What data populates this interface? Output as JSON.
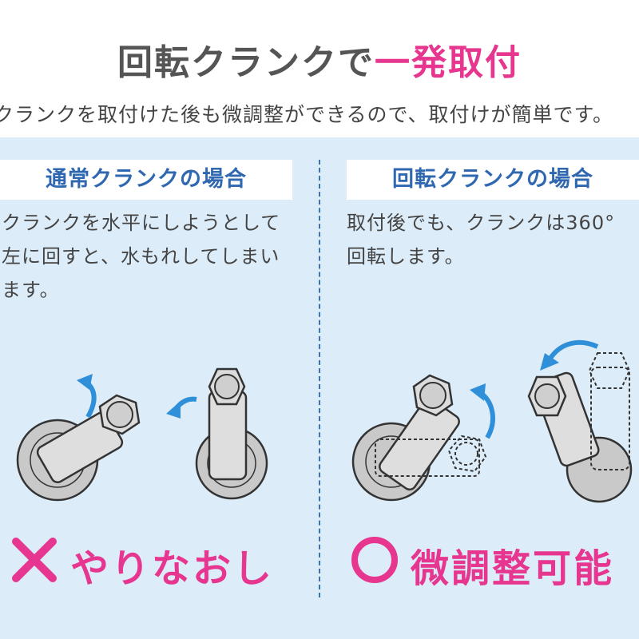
{
  "header": {
    "title_main": "回転クランクで",
    "title_highlight": "一発取付",
    "subtitle": "クランクを取付けた後も微調整ができるので、取付けが簡単です。"
  },
  "left": {
    "heading": "通常クランクの場合",
    "lines": [
      "クランクを水平にしようとして",
      "左に回すと、水もれしてしまい",
      "ます。"
    ],
    "verdict": "やりなおし",
    "verdict_mark": "cross-mark-icon"
  },
  "right": {
    "heading": "回転クランクの場合",
    "lines": [
      "取付後でも、クランクは360°",
      "回転します。"
    ],
    "verdict": "微調整可能",
    "verdict_mark": "circle-mark-icon"
  },
  "colors": {
    "accent_pink": "#e6368f",
    "heading_blue": "#2f68b0",
    "arrow_blue": "#2f8fd8",
    "panel_bg": "#dcecf8",
    "part_gray": "#c9c9c9"
  }
}
